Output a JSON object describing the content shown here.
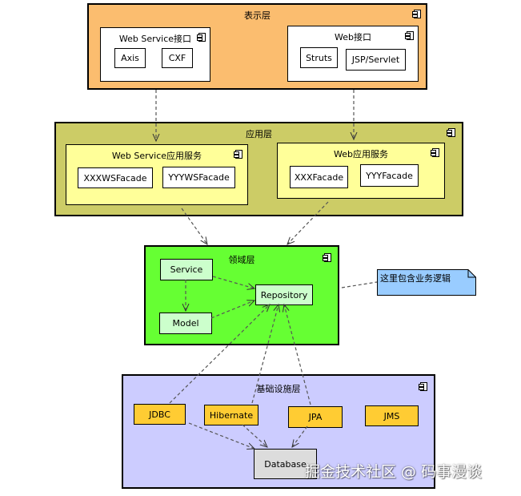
{
  "colors": {
    "presentation": "#fbbd6f",
    "application": "#cccc66",
    "app_inner": "#ffff99",
    "domain": "#66ff33",
    "domain_inner": "#ccffcc",
    "infra": "#ccccff",
    "infra_item": "#ffcc33",
    "database": "#dcdcdc",
    "note": "#99ccff"
  },
  "presentation_layer": {
    "title": "表示层",
    "webservice_api": {
      "title": "Web Service接口",
      "items": [
        "Axis",
        "CXF"
      ]
    },
    "web_api": {
      "title": "Web接口",
      "items": [
        "Struts",
        "JSP/Servlet"
      ]
    }
  },
  "application_layer": {
    "title": "应用层",
    "webservice_app": {
      "title": "Web Service应用服务",
      "items": [
        "XXXWSFacade",
        "YYYWSFacade"
      ]
    },
    "web_app": {
      "title": "Web应用服务",
      "items": [
        "XXXFacade",
        "YYYFacade"
      ]
    }
  },
  "domain_layer": {
    "title": "领域层",
    "service": "Service",
    "model": "Model",
    "repository": "Repository"
  },
  "infrastructure_layer": {
    "title": "基础设施层",
    "items": [
      "JDBC",
      "Hibernate",
      "JPA",
      "JMS"
    ],
    "database": "Database"
  },
  "note": {
    "text": "这里包含业务逻辑"
  },
  "watermark": "掘金技术社区 @ 码事漫谈",
  "icons": {
    "component": "component-icon"
  }
}
